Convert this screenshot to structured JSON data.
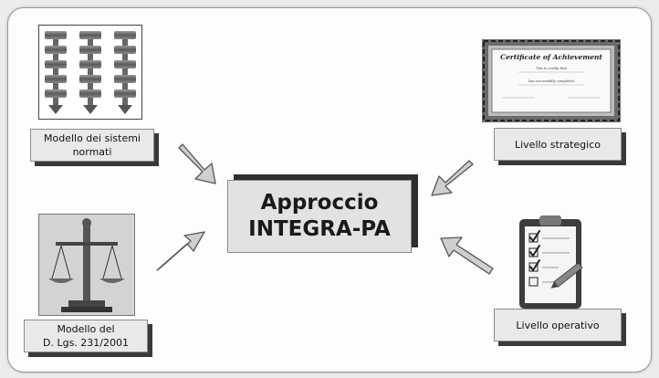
{
  "center": {
    "line1": "Approccio",
    "line2": "INTEGRA-PA"
  },
  "boxes": {
    "sistemi_line1": "Modello dei sistemi",
    "sistemi_line2": "normati",
    "strategico": "Livello strategico",
    "dlgs_line1": "Modello del",
    "dlgs_line2": "D. Lgs. 231/2001",
    "operativo": "Livello operativo"
  },
  "certificate": {
    "title": "Certificate of Achievement",
    "line1": "This to certify that",
    "line2": "has successfully completed"
  },
  "icons": {
    "top_left": "flowchart-icon",
    "top_right": "certificate-icon",
    "bottom_left": "scales-of-justice-icon",
    "bottom_right": "checklist-clipboard-icon"
  },
  "colors": {
    "box_fill": "#e9e9e9",
    "shadow": "#3a3a3a",
    "arrow": "#cfcfcf"
  }
}
